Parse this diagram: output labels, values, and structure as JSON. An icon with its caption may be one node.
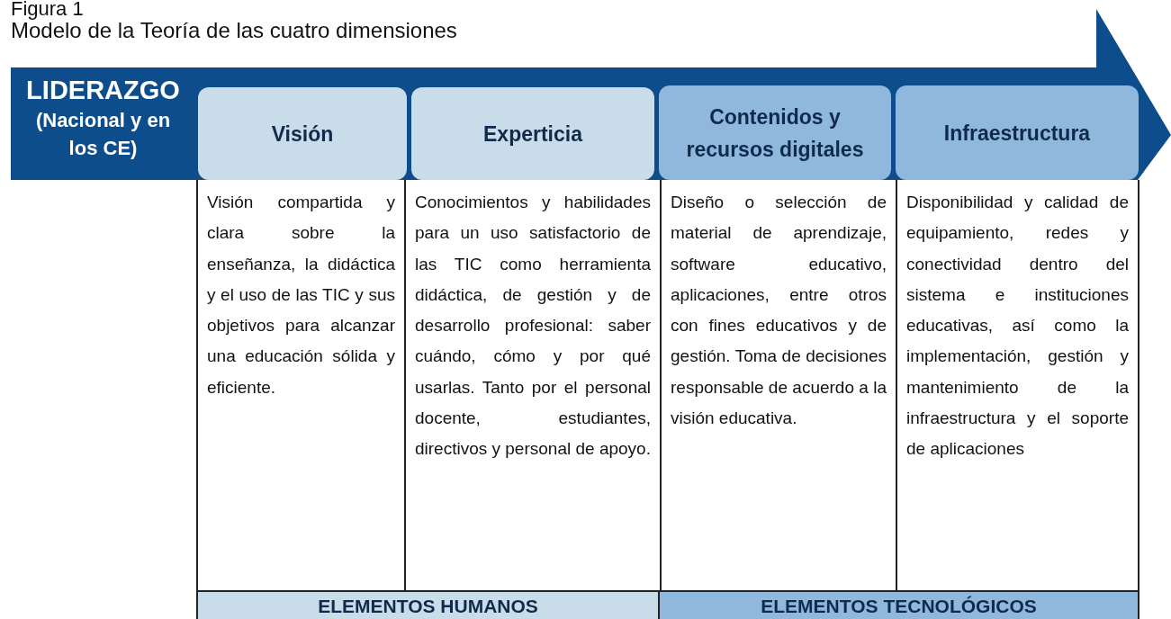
{
  "diagram": {
    "title": "Modelo de la Teoría de las cuatro dimensiones",
    "nodes": [
      {
        "text": [
          "LIDERAZGO",
          "(Nacional y en los CE)"
        ]
      },
      {
        "text": [
          "Visión"
        ],
        "in": 0
      },
      {
        "text": [
          "Experticia"
        ],
        "in": 0
      },
      {
        "text": [
          "Contenidos y recursos digitales"
        ],
        "in": 0
      },
      {
        "text": [
          "Infraestructura"
        ],
        "in": 0
      },
      {
        "text": [
          "ELEMENTOS HUMANOS"
        ]
      },
      {
        "text": [
          "ELEMENTOS TECNOLÓGICOS"
        ]
      }
    ],
    "edges": [],
    "labels": [
      "Figura 1",
      "Visión compartida y clara sobre la enseñanza, la didáctica y el uso de las TIC y sus objetivos para alcanzar una educación sólida y eficiente.",
      "Conocimientos y habilidades para un uso satisfactorio de las TIC como herramienta didáctica, de gestión y de desarrollo profesional: saber cuándo, cómo y por qué usarlas. Tanto por el personal docente, estudiantes, directivos y personal de apoyo.",
      "Diseño o selección de material de aprendizaje, software educativo, aplicaciones, entre otros con fines educativos y de gestión. Toma de decisiones responsable de acuerdo a la visión educativa.",
      "Disponibilidad y calidad de equipamiento, redes y conectividad dentro del sistema e instituciones educativas, así como la implementación, gestión y mantenimiento de la infraestructura y el soporte de aplicaciones"
    ]
  }
}
